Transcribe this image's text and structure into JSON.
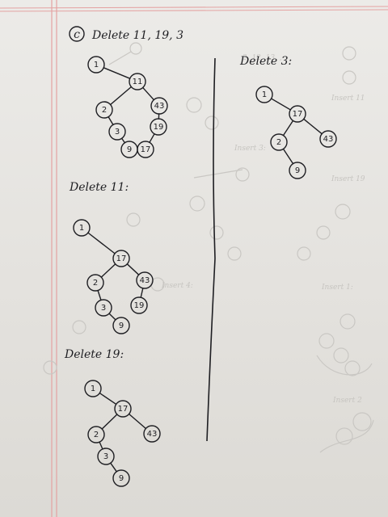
{
  "heading": {
    "marker": "c",
    "text": "Delete 11, 19, 3"
  },
  "trees": [
    {
      "id": "initial",
      "title": "",
      "nodes": [
        {
          "key": "1",
          "parent": null
        },
        {
          "key": "11",
          "parent": "1"
        },
        {
          "key": "2",
          "parent": "11"
        },
        {
          "key": "3",
          "parent": "2"
        },
        {
          "key": "9",
          "parent": "3"
        },
        {
          "key": "43",
          "parent": "11"
        },
        {
          "key": "19",
          "parent": "43"
        },
        {
          "key": "17",
          "parent": "19"
        }
      ]
    },
    {
      "id": "after-delete-11",
      "title": "Delete 11:",
      "nodes": [
        {
          "key": "1",
          "parent": null
        },
        {
          "key": "17",
          "parent": "1"
        },
        {
          "key": "2",
          "parent": "17"
        },
        {
          "key": "3",
          "parent": "2"
        },
        {
          "key": "9",
          "parent": "3"
        },
        {
          "key": "43",
          "parent": "17"
        },
        {
          "key": "19",
          "parent": "43"
        }
      ]
    },
    {
      "id": "after-delete-19",
      "title": "Delete 19:",
      "nodes": [
        {
          "key": "1",
          "parent": null
        },
        {
          "key": "17",
          "parent": "1"
        },
        {
          "key": "2",
          "parent": "17"
        },
        {
          "key": "3",
          "parent": "2"
        },
        {
          "key": "9",
          "parent": "3"
        },
        {
          "key": "43",
          "parent": "17"
        }
      ]
    },
    {
      "id": "after-delete-3",
      "title": "Delete 3:",
      "nodes": [
        {
          "key": "1",
          "parent": null
        },
        {
          "key": "17",
          "parent": "1"
        },
        {
          "key": "2",
          "parent": "17"
        },
        {
          "key": "9",
          "parent": "2"
        },
        {
          "key": "43",
          "parent": "17"
        }
      ]
    }
  ]
}
